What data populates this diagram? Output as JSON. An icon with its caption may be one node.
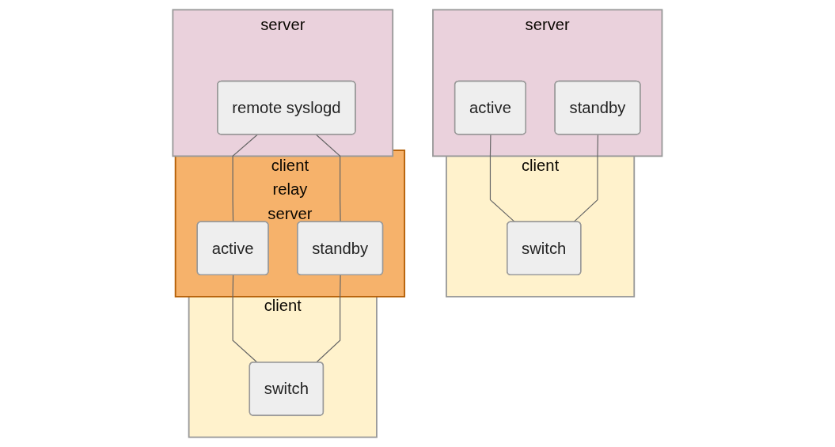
{
  "diagram": {
    "nodes": [
      {
        "text": [
          "server"
        ]
      },
      {
        "text": [
          "active"
        ],
        "in": 0
      },
      {
        "text": [
          "standby"
        ],
        "in": 0
      },
      {
        "text": [
          "client"
        ]
      },
      {
        "text": [
          "switch"
        ],
        "in": 3
      },
      {
        "text": [
          "server"
        ]
      },
      {
        "text": [
          "remote syslogd"
        ],
        "in": 5
      },
      {
        "text": [
          "client",
          "relay",
          "server"
        ]
      },
      {
        "text": [
          "active"
        ],
        "in": 7
      },
      {
        "text": [
          "standby"
        ],
        "in": 7
      },
      {
        "text": [
          "client"
        ]
      },
      {
        "text": [
          "switch"
        ],
        "in": 10
      }
    ],
    "edges": [
      {
        "from": 1,
        "to": 4,
        "arrow": "none"
      },
      {
        "from": 2,
        "to": 4,
        "arrow": "none"
      },
      {
        "from": 6,
        "to": 8,
        "arrow": "none"
      },
      {
        "from": 6,
        "to": 9,
        "arrow": "none"
      },
      {
        "from": 8,
        "to": 11,
        "arrow": "none"
      },
      {
        "from": 9,
        "to": 11,
        "arrow": "none"
      }
    ]
  }
}
